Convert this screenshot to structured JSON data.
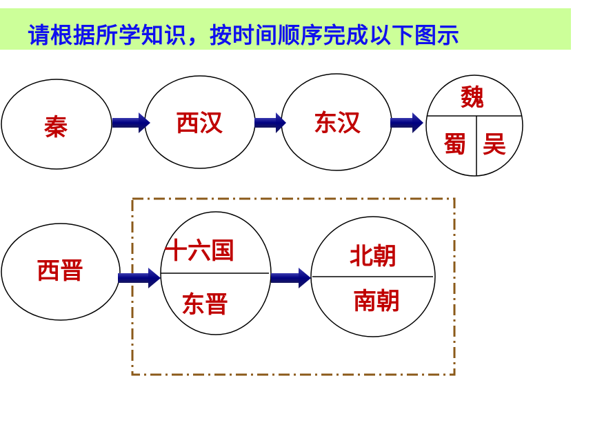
{
  "title": "请根据所学知识，按时间顺序完成以下图示",
  "colors": {
    "banner_bg": "#ccff99",
    "title_text": "#1010ee",
    "label_text": "#c00000",
    "arrow": "#000080",
    "dashed_box": "#8b5a1a"
  },
  "row1": {
    "qin": "秦",
    "western_han": "西汉",
    "eastern_han": "东汉",
    "three_kingdoms": {
      "top": "魏",
      "bottom_left": "蜀",
      "bottom_right": "吴"
    }
  },
  "row2": {
    "western_jin": "西晋",
    "sixteen_kingdoms": "十六国",
    "eastern_jin": "东晋",
    "northern_dynasties": "北朝",
    "southern_dynasties": "南朝"
  }
}
